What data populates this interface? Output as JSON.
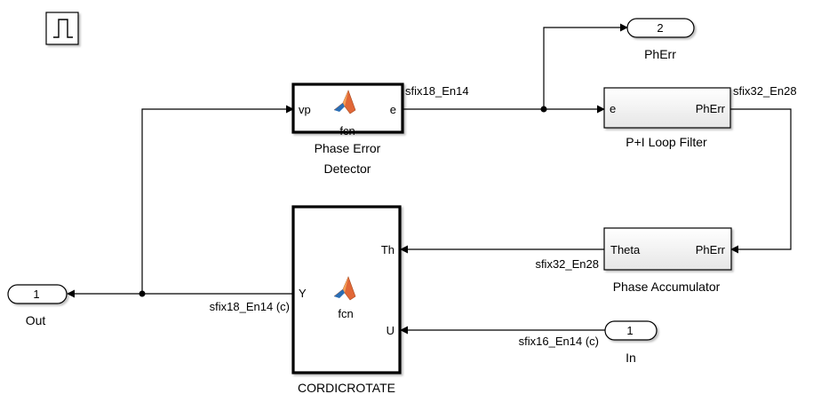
{
  "blocks": {
    "phase_error_detector": {
      "port_in": "vp",
      "port_out": "e",
      "fn": "fcn",
      "label_line1": "Phase Error",
      "label_line2": "Detector"
    },
    "loop_filter": {
      "port_in": "e",
      "port_out": "PhErr",
      "label": "P+I Loop Filter"
    },
    "phase_accumulator": {
      "port_in": "PhErr",
      "port_out": "Theta",
      "label": "Phase Accumulator"
    },
    "cordic_rotate": {
      "port_in_theta": "Th",
      "port_in_u": "U",
      "port_out": "Y",
      "fn": "fcn",
      "label": "CORDICROTATE"
    },
    "outport_phase_error": {
      "number": "2",
      "label": "PhErr"
    },
    "outport_out": {
      "number": "1",
      "label": "Out"
    },
    "inport_in": {
      "number": "1",
      "label": "In"
    }
  },
  "signals": {
    "ped_output": "sfix18_En14",
    "filter_output": "sfix32_En28",
    "accumulator_output": "sfix32_En28",
    "cordic_output": "sfix18_En14 (c)",
    "input": "sfix16_En14 (c)"
  },
  "icons": {
    "pulse": "pulse-generator-icon",
    "matlab": "matlab-logo-icon"
  }
}
